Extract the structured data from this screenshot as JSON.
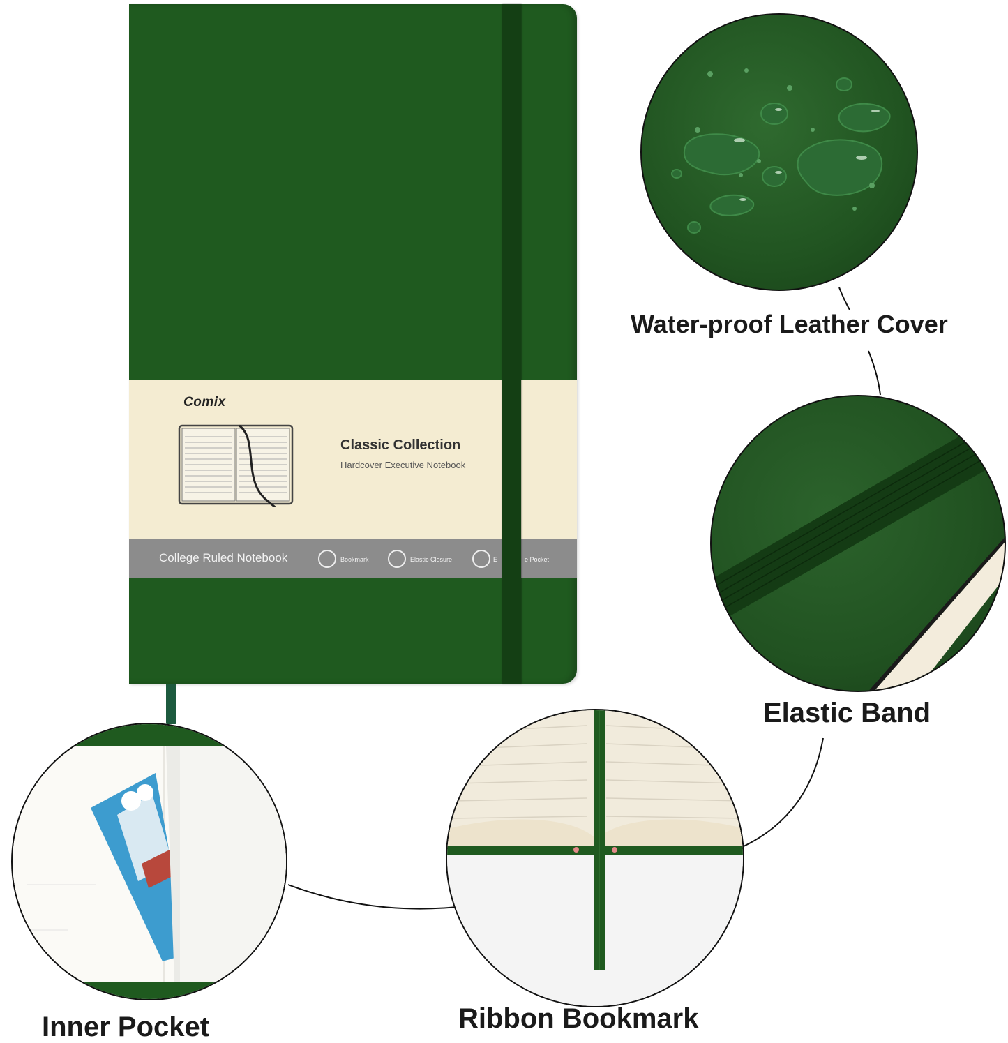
{
  "notebook": {
    "brand": "Comix",
    "collection_title": "Classic Collection",
    "collection_subtitle": "Hardcover Executive Notebook",
    "band_label": "College Ruled Notebook",
    "features": [
      {
        "label": "Bookmark",
        "icon": "bookmark-icon"
      },
      {
        "label": "Elastic Closure",
        "icon": "elastic-closure-icon"
      },
      {
        "label": "E",
        "icon": "pocket-icon"
      },
      {
        "label": "e Pocket",
        "icon": ""
      }
    ],
    "cover_color": "#1f5a1f",
    "elastic_color": "#143f14",
    "wrap_color": "#f4ecd2",
    "band_color": "#8c8c8c"
  },
  "callouts": [
    {
      "id": "water-proof",
      "label": "Water-proof Leather Cover"
    },
    {
      "id": "elastic-band",
      "label": "Elastic Band"
    },
    {
      "id": "inner-pocket",
      "label": "Inner Pocket"
    },
    {
      "id": "ribbon-bookmark",
      "label": "Ribbon Bookmark"
    }
  ]
}
